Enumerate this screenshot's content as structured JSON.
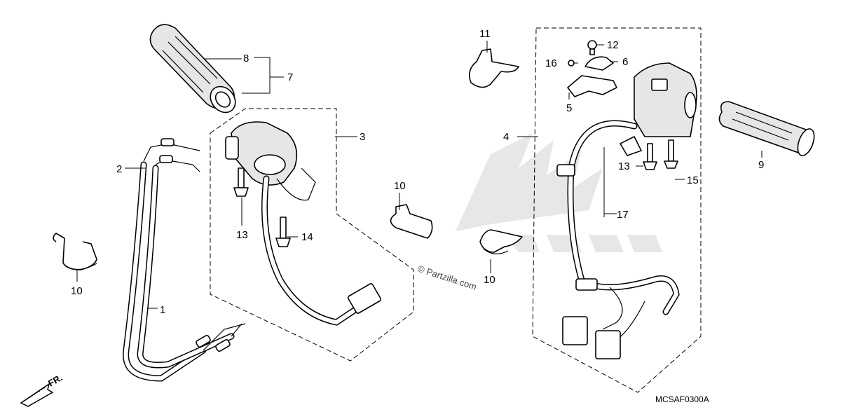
{
  "diagram": {
    "code": "MCSAF0300A",
    "watermark": "© Partzilla.com",
    "front_indicator": "FR.",
    "callouts": [
      {
        "id": "c1",
        "text": "1"
      },
      {
        "id": "c2",
        "text": "2"
      },
      {
        "id": "c3",
        "text": "3"
      },
      {
        "id": "c4",
        "text": "4"
      },
      {
        "id": "c5",
        "text": "5"
      },
      {
        "id": "c6",
        "text": "6"
      },
      {
        "id": "c7",
        "text": "7"
      },
      {
        "id": "c8",
        "text": "8"
      },
      {
        "id": "c9",
        "text": "9"
      },
      {
        "id": "c10a",
        "text": "10"
      },
      {
        "id": "c10b",
        "text": "10"
      },
      {
        "id": "c10c",
        "text": "10"
      },
      {
        "id": "c11",
        "text": "11"
      },
      {
        "id": "c12",
        "text": "12"
      },
      {
        "id": "c13a",
        "text": "13"
      },
      {
        "id": "c13b",
        "text": "13"
      },
      {
        "id": "c14",
        "text": "14"
      },
      {
        "id": "c15",
        "text": "15"
      },
      {
        "id": "c16",
        "text": "16"
      },
      {
        "id": "c17",
        "text": "17"
      }
    ]
  }
}
